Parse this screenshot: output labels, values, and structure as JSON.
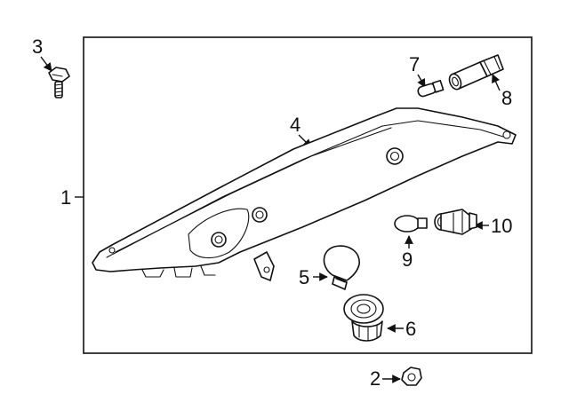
{
  "diagram": {
    "colors": {
      "line": "#111111",
      "background": "#ffffff"
    },
    "callouts": [
      {
        "id": "1",
        "label": "1"
      },
      {
        "id": "2",
        "label": "2"
      },
      {
        "id": "3",
        "label": "3"
      },
      {
        "id": "4",
        "label": "4"
      },
      {
        "id": "5",
        "label": "5"
      },
      {
        "id": "6",
        "label": "6"
      },
      {
        "id": "7",
        "label": "7"
      },
      {
        "id": "8",
        "label": "8"
      },
      {
        "id": "9",
        "label": "9"
      },
      {
        "id": "10",
        "label": "10"
      }
    ]
  }
}
